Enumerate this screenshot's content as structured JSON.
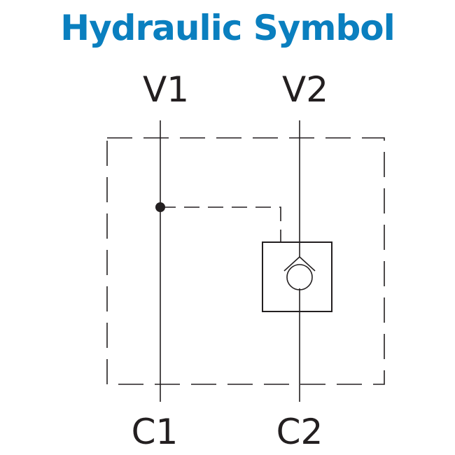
{
  "title": "Hydraulic Symbol",
  "colors": {
    "title": "#0a7fbf",
    "line": "#231f20"
  },
  "ports": {
    "v1": "V1",
    "v2": "V2",
    "c1": "C1",
    "c2": "C2"
  }
}
